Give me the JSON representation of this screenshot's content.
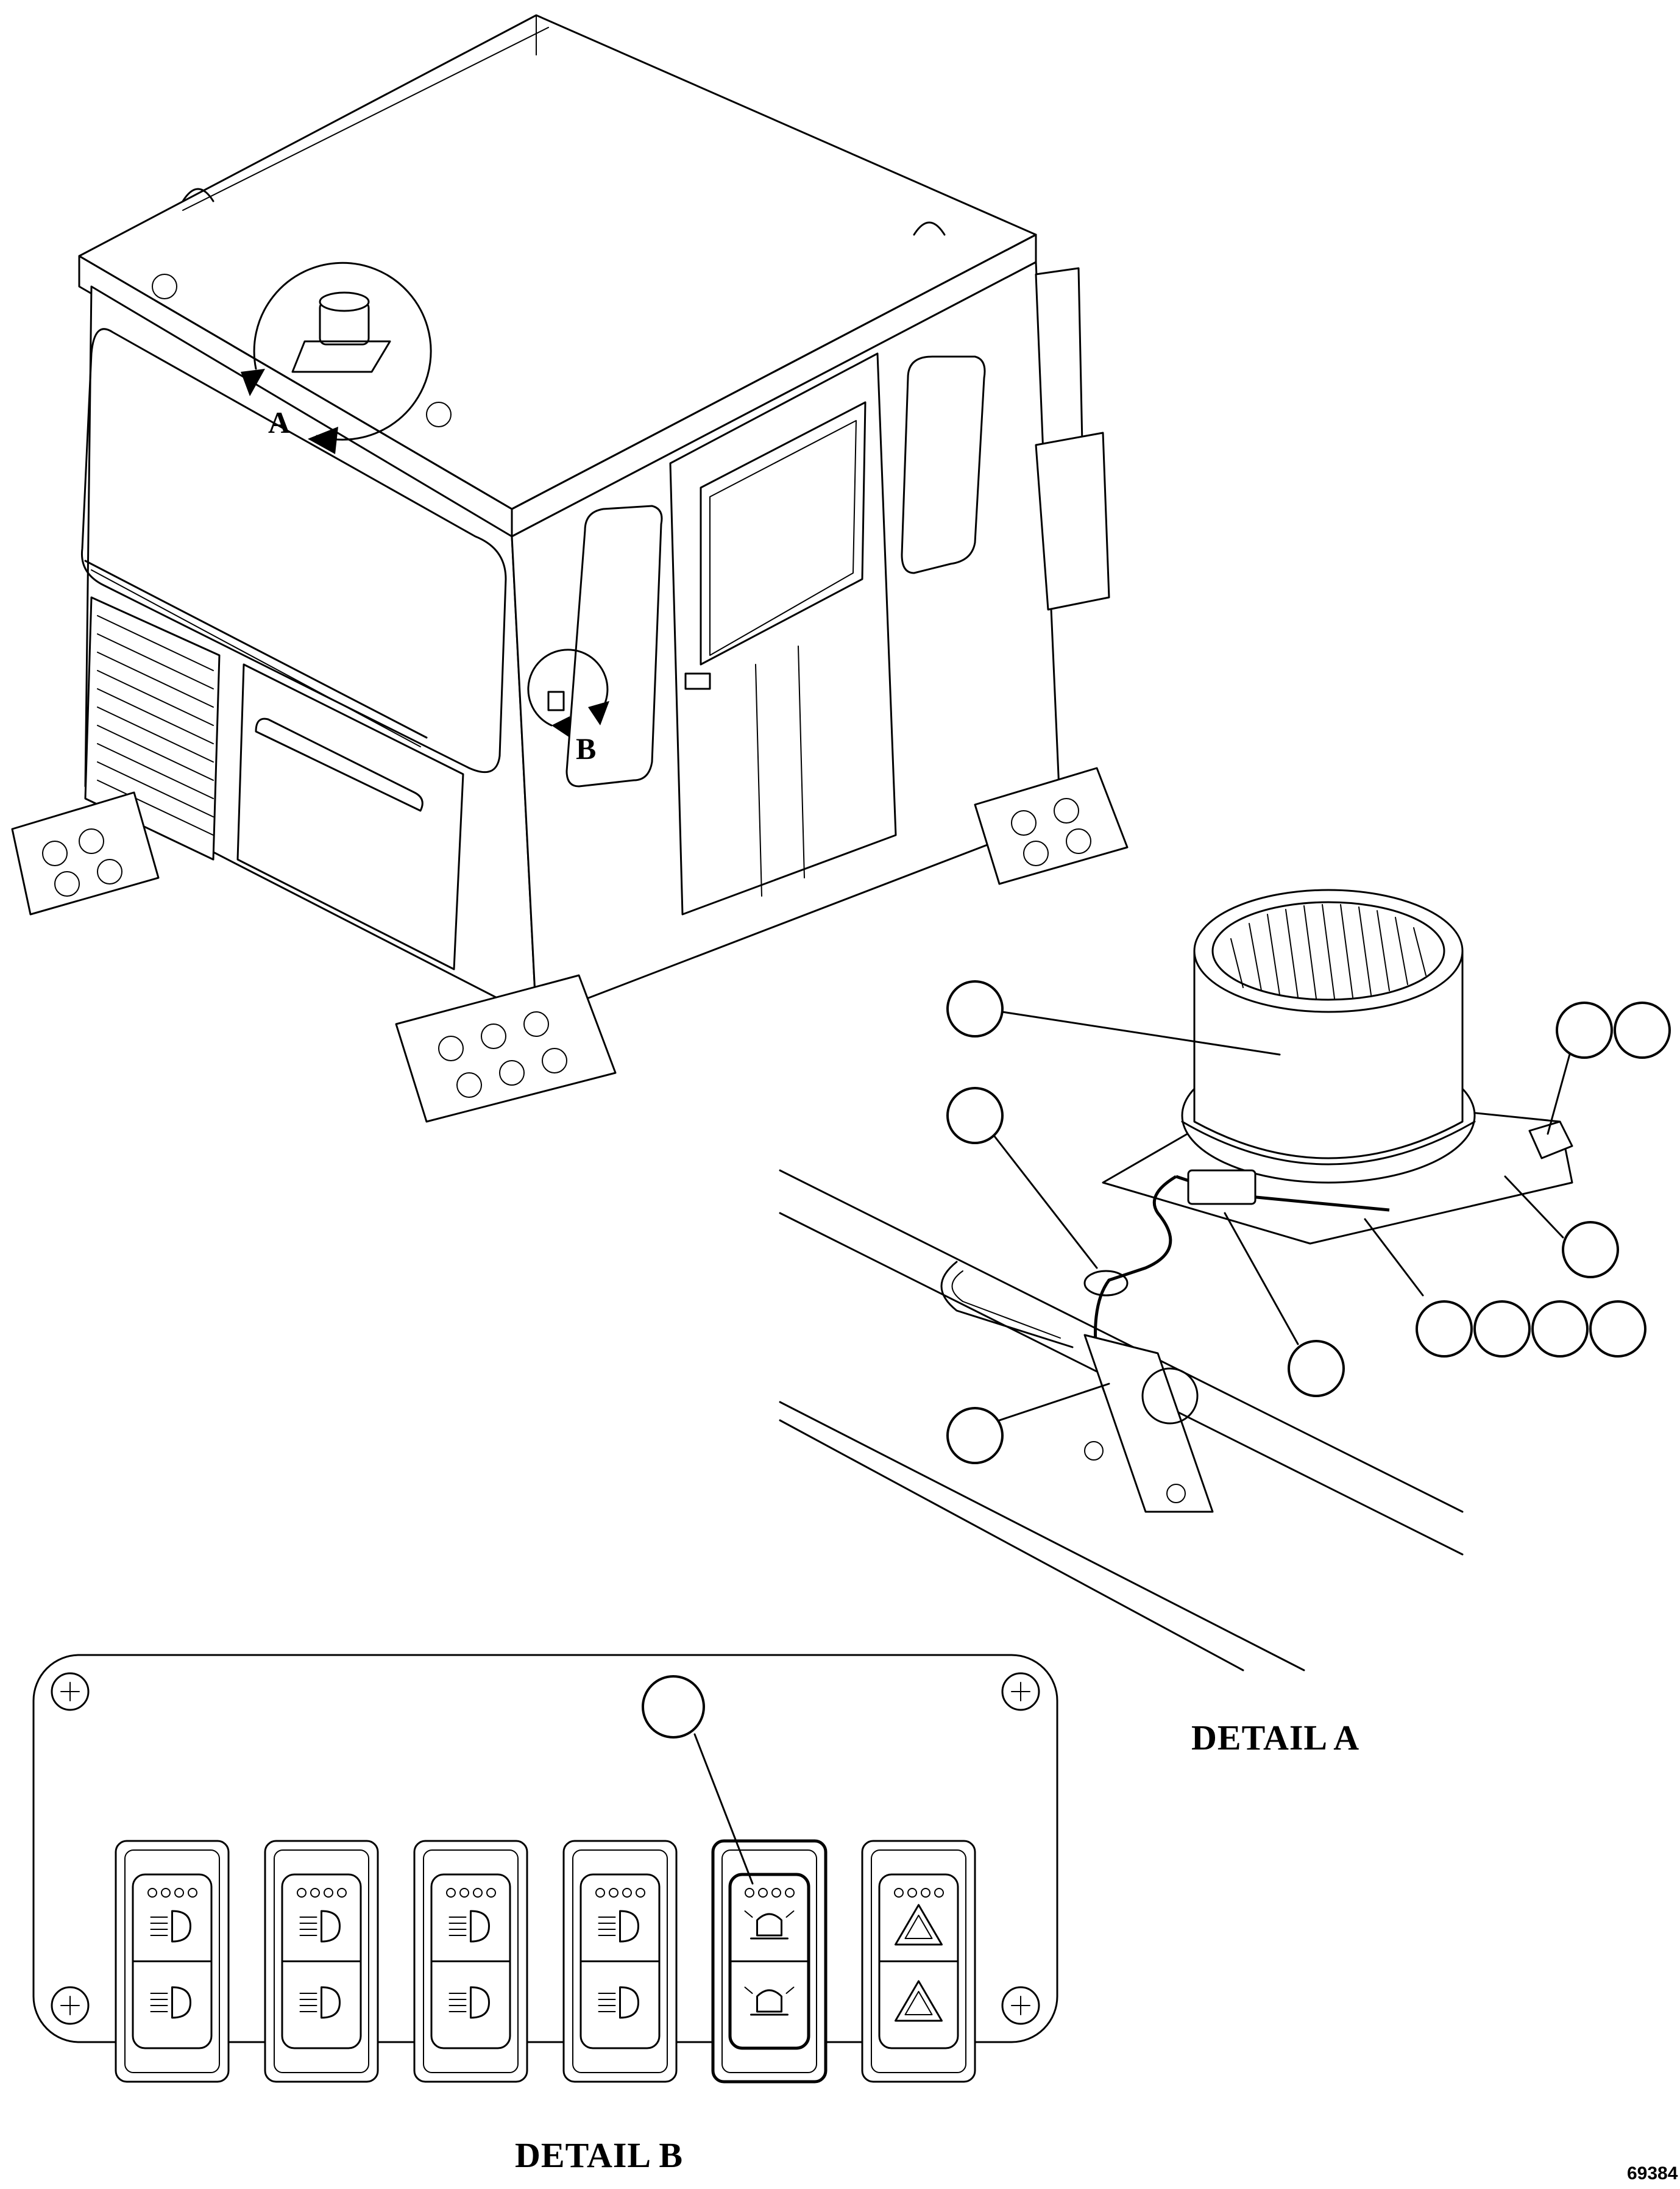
{
  "detail_a_title": "DETAIL A",
  "detail_b_title": "DETAIL B",
  "view_letter_a": "A",
  "view_letter_b": "B",
  "figure_number": "69384",
  "icons": {
    "cab": "cab-enclosure-icon",
    "beacon": "rotating-beacon-icon",
    "switch_panel": "rocker-switch-panel-icon"
  },
  "switches": [
    {
      "icon": "work-light-icon"
    },
    {
      "icon": "fog-light-icon"
    },
    {
      "icon": "headlight-icon"
    },
    {
      "icon": "rear-work-light-icon"
    },
    {
      "icon": "beacon-icon"
    },
    {
      "icon": "hazard-icon"
    }
  ]
}
